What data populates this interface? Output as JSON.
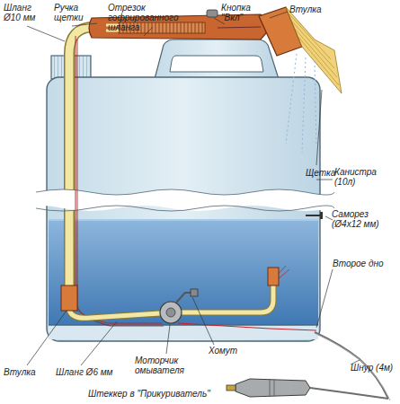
{
  "diagram": {
    "labels": [
      "Шланг Ø10 мм",
      "Ручка щетки",
      "Отрезок гофрированного шланга",
      "Кнопка \"Вкл\"",
      "Втулка",
      "Щетка",
      "Канистра (10л)",
      "Саморез (Ø4x12 мм)",
      "Второе дно",
      "Втулка",
      "Шланг Ø6 мм",
      "Моторчик омывателя",
      "Хомут",
      "Шнур (4м)",
      "Штеккер в \"Прикуриватель\""
    ]
  }
}
